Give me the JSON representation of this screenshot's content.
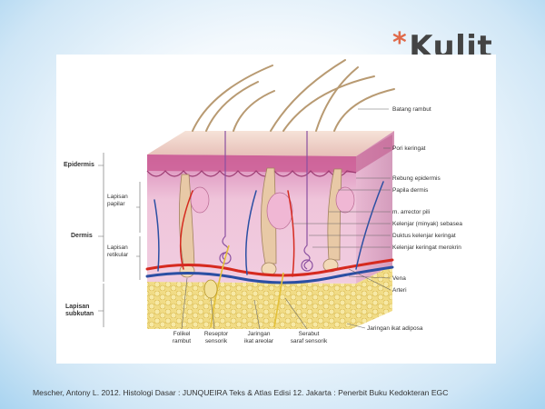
{
  "slide": {
    "title_star": "*",
    "title": "Kulit",
    "caption": "Mescher, Antony L. 2012. Histologi Dasar : JUNQUEIRA Teks & Atlas Edisi 12. Jakarta : Penerbit Buku Kedokteran EGC"
  },
  "figure": {
    "left_labels": {
      "epidermis": "Epidermis",
      "lapisan_papilar": "Lapisan\npapilar",
      "dermis": "Dermis",
      "lapisan_retikular": "Lapisan\nretikular",
      "lapisan_subkutan": "Lapisan\nsubkutan"
    },
    "right_labels": [
      "Batang rambut",
      "Pori keringat",
      "Rebung epidermis",
      "Papila dermis",
      "m. arrector pili",
      "Kelenjar (minyak) sebasea",
      "Duktus kelenjar keringat",
      "Kelenjar keringat merokrin",
      "Vena",
      "Arteri",
      "Jaringan ikat adiposa"
    ],
    "bottom_labels": [
      "Folikel\nrambut",
      "Reseptor\nsensorik",
      "Jaringan\nikat areolar",
      "Serabut\nsaraf sensorik"
    ],
    "colors": {
      "epidermis": "#e9b9c4",
      "dermis": "#f3cbe0",
      "subcutis": "#f3df8a",
      "artery": "#d62a1f",
      "vein": "#2b4fa3",
      "hair": "#b89a72"
    }
  }
}
